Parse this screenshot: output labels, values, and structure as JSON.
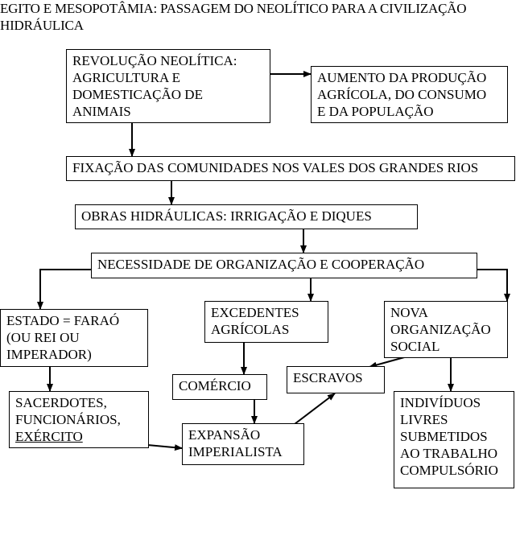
{
  "title": {
    "line1": "EGITO E MESOPOTÂMIA: PASSAGEM DO NEOLÍTICO PARA A CIVILIZAÇÃO",
    "line2": "HIDRÁULICA"
  },
  "boxes": {
    "revolucao": [
      "REVOLUÇÃO NEOLÍTICA:",
      "AGRICULTURA E",
      "DOMESTICAÇÃO DE",
      "ANIMAIS"
    ],
    "aumento": [
      "AUMENTO DA PRODUÇÃO",
      "AGRÍCOLA, DO CONSUMO",
      "E DA POPULAÇÃO"
    ],
    "fixacao": [
      "FIXAÇÃO DAS COMUNIDADES NOS VALES DOS GRANDES RIOS"
    ],
    "obras": [
      "OBRAS HIDRÁULICAS: IRRIGAÇÃO E DIQUES"
    ],
    "necessidade": [
      "NECESSIDADE DE ORGANIZAÇÃO E COOPERAÇÃO"
    ],
    "estado": [
      "ESTADO = FARAÓ",
      "(OU REI OU",
      "IMPERADOR)"
    ],
    "excedentes": [
      "EXCEDENTES",
      "AGRÍCOLAS"
    ],
    "nova": [
      "NOVA",
      "ORGANIZAÇÃO",
      "SOCIAL"
    ],
    "comercio": [
      "COMÉRCIO"
    ],
    "escravos": [
      "ESCRAVOS"
    ],
    "sacerdotes": [
      "SACERDOTES,",
      "FUNCIONÁRIOS,",
      "EXÉRCITO"
    ],
    "expansao": [
      "EXPANSÃO",
      "IMPERIALISTA"
    ],
    "individuos": [
      "INDIVÍDUOS",
      "LIVRES",
      "SUBMETIDOS",
      "AO TRABALHO",
      "COMPULSÓRIO"
    ]
  }
}
